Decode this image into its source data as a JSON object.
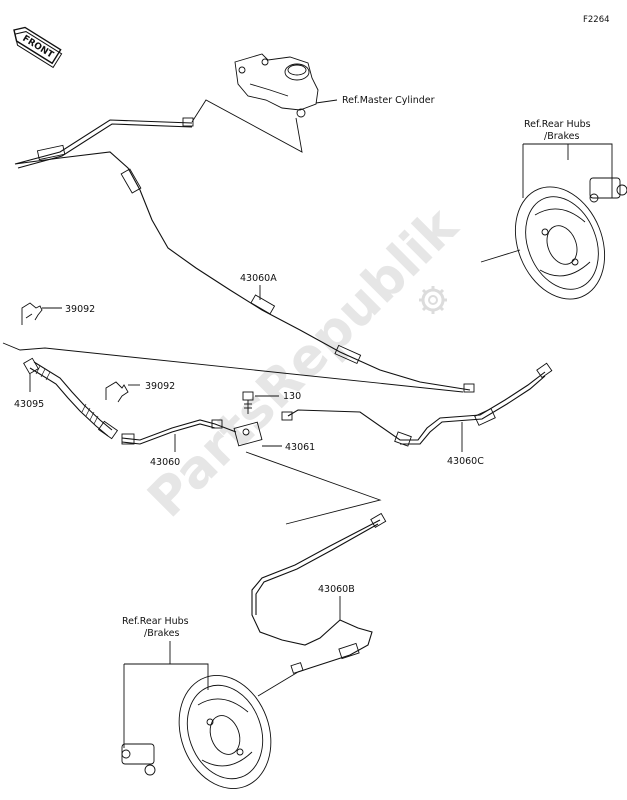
{
  "figure_code": "F2264",
  "front_badge": "FRONT",
  "watermark": "PartsRepublik",
  "labels": {
    "master_cylinder": "Ref.Master Cylinder",
    "rear_hubs_top_1": "Ref.Rear Hubs",
    "rear_hubs_top_2": "/Brakes",
    "rear_hubs_bottom_1": "Ref.Rear Hubs",
    "rear_hubs_bottom_2": "/Brakes",
    "part_43060A": "43060A",
    "part_39092_top": "39092",
    "part_39092_mid": "39092",
    "part_43095": "43095",
    "part_130": "130",
    "part_43061": "43061",
    "part_43060": "43060",
    "part_43060C": "43060C",
    "part_43060B": "43060B"
  },
  "icons": {
    "front_arrow": "front-arrow-icon",
    "watermark_gear": "gear-icon"
  }
}
